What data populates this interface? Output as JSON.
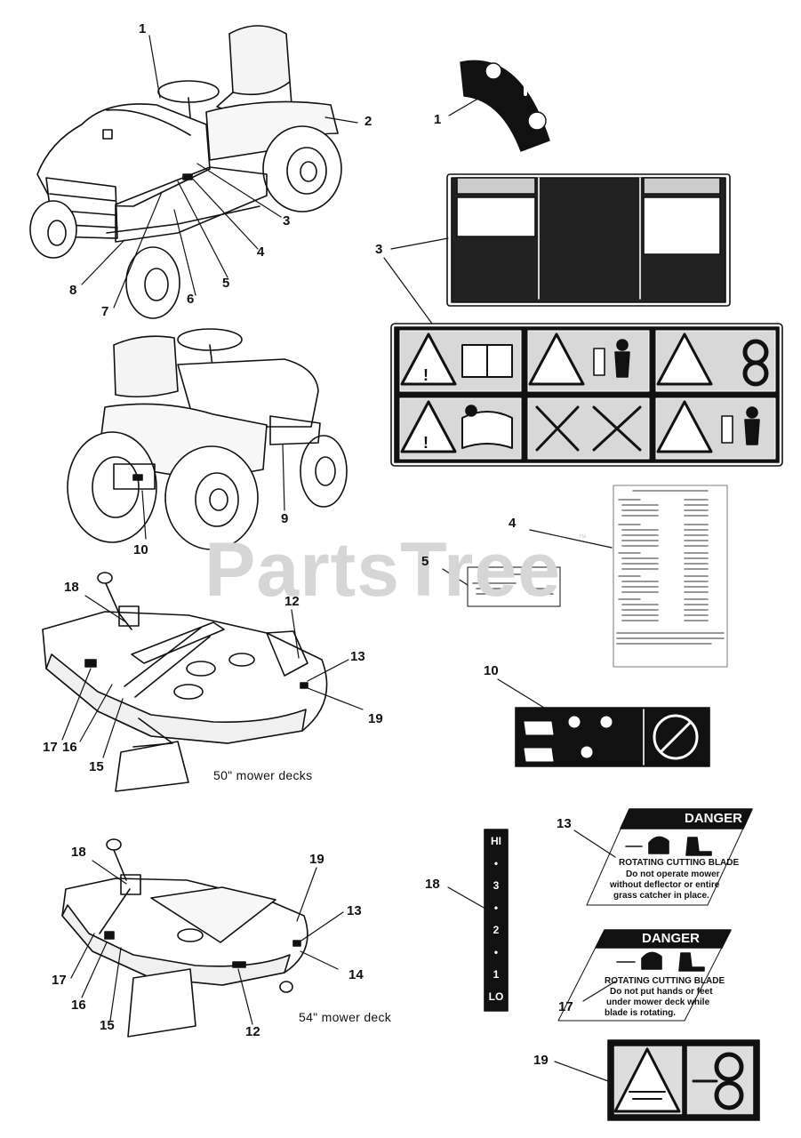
{
  "callouts": {
    "c1a": "1",
    "c2": "2",
    "c3a": "3",
    "c4a": "4",
    "c5a": "5",
    "c6": "6",
    "c7": "7",
    "c8": "8",
    "c9": "9",
    "c10a": "10",
    "c1b": "1",
    "c3b": "3",
    "c4b": "4",
    "c5b": "5",
    "c10b": "10",
    "c18a": "18",
    "c12a": "12",
    "c13a": "13",
    "c19a": "19",
    "c17a": "17",
    "c16a": "16",
    "c15a": "15",
    "c18b": "18",
    "c19b": "19",
    "c13b": "13",
    "c14": "14",
    "c17b": "17",
    "c16b": "16",
    "c15b": "15",
    "c12b": "12",
    "c13c": "13",
    "c18c": "18",
    "c17c": "17",
    "c19c": "19"
  },
  "captions": {
    "deck50": "50\" mower decks",
    "deck54": "54\" mower deck"
  },
  "watermark": {
    "text": "PartsTree",
    "tm": "™"
  },
  "decals": {
    "danger": "DANGER",
    "rotating_blade": "ROTATING CUTTING BLADE",
    "d13_line1": "Do not operate mower",
    "d13_line2": "without deflector or entire",
    "d13_line3": "grass catcher in place.",
    "d17_line1": "Do not put hands or feet",
    "d17_line2": "under mower deck while",
    "d17_line3": "blade is rotating.",
    "height": [
      "HI",
      "•",
      "3",
      "•",
      "2",
      "•",
      "1",
      "LO"
    ]
  }
}
